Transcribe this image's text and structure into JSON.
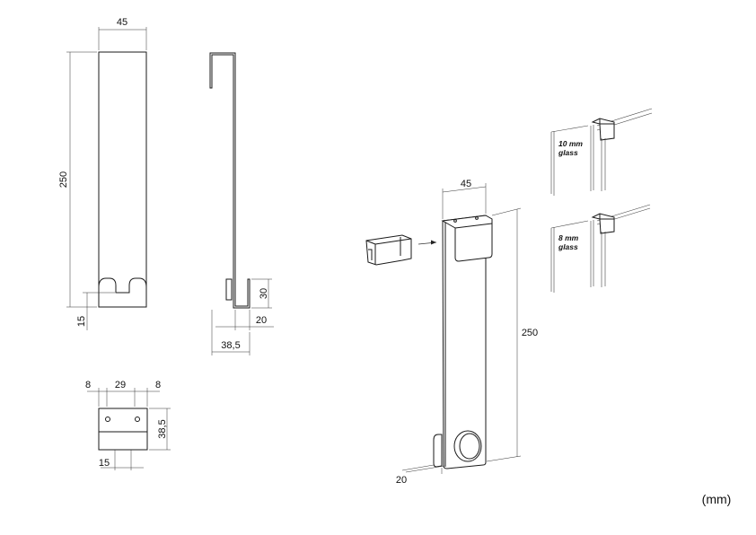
{
  "dimensions": {
    "front_width": "45",
    "front_height": "250",
    "front_slot_depth": "15",
    "side_inner_height": "30",
    "side_hook_width": "20",
    "side_total_depth": "38,5",
    "top_left_margin": "8",
    "top_center": "29",
    "top_right_margin": "8",
    "top_height": "38,5",
    "top_slot": "15",
    "iso_width": "45",
    "iso_height": "250",
    "iso_depth": "20"
  },
  "glass_details": [
    {
      "line1": "10 mm",
      "line2": "glass"
    },
    {
      "line1": "8 mm",
      "line2": "glass"
    }
  ],
  "units": "(mm)"
}
